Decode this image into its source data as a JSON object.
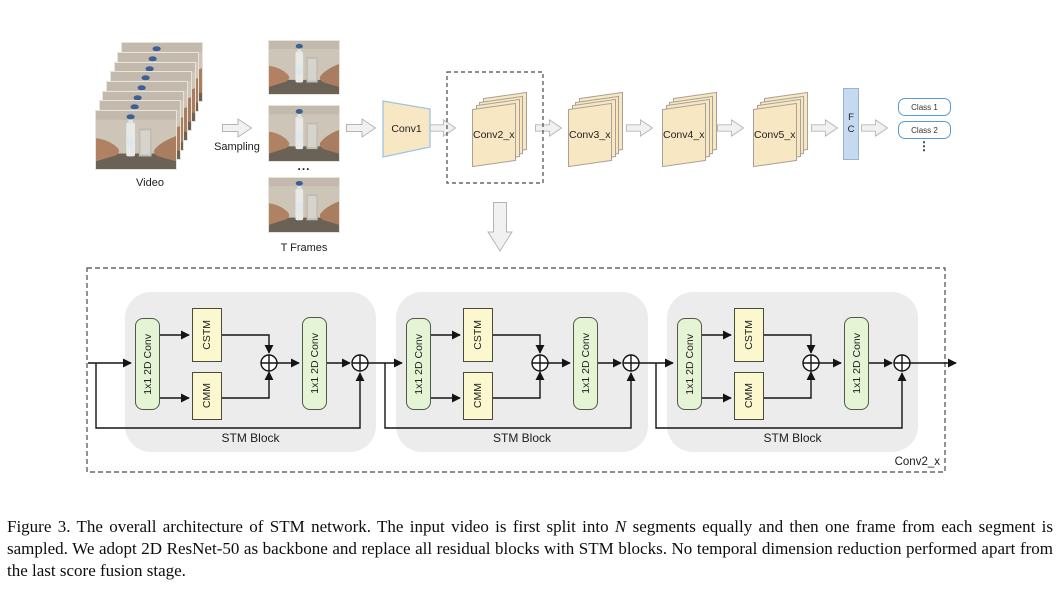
{
  "figure": {
    "pipeline": {
      "video_label": "Video",
      "sampling_label": "Sampling",
      "frames_ellipsis": "...",
      "t_frames_label": "T Frames",
      "conv1": "Conv1",
      "conv2": "Conv2_x",
      "conv3": "Conv3_x",
      "conv4": "Conv4_x",
      "conv5": "Conv5_x",
      "fc_line1": "F",
      "fc_line2": "C",
      "class1": "Class 1",
      "class2": "Class 2",
      "classes_ellipsis": "⋮"
    },
    "stm": {
      "blocks": [
        {
          "conv_in": "1x1 2D Conv",
          "cstm": "CSTM",
          "cmm": "CMM",
          "conv_out": "1x1 2D Conv",
          "label": "STM Block"
        },
        {
          "conv_in": "1x1 2D Conv",
          "cstm": "CSTM",
          "cmm": "CMM",
          "conv_out": "1x1 2D Conv",
          "label": "STM Block"
        },
        {
          "conv_in": "1x1 2D Conv",
          "cstm": "CSTM",
          "cmm": "CMM",
          "conv_out": "1x1 2D Conv",
          "label": "STM Block"
        }
      ],
      "container_label": "Conv2_x"
    },
    "colors": {
      "sheet_fill": "#f8e7c3",
      "green_fill": "#e5f4d5",
      "yellow_fill": "#fbf8d0",
      "fc_fill": "#c5d9f1",
      "class_border": "#5b9bd5",
      "container_gray": "#ececec"
    }
  },
  "caption": {
    "part1": "Figure 3. The overall architecture of STM network. The input video is first split into ",
    "math_n": "N",
    "part2": " segments equally and then one frame from each segment is sampled. We adopt 2D ResNet-50 as backbone and replace all residual blocks with STM blocks. No temporal dimension reduction performed apart from the last score fusion stage."
  }
}
